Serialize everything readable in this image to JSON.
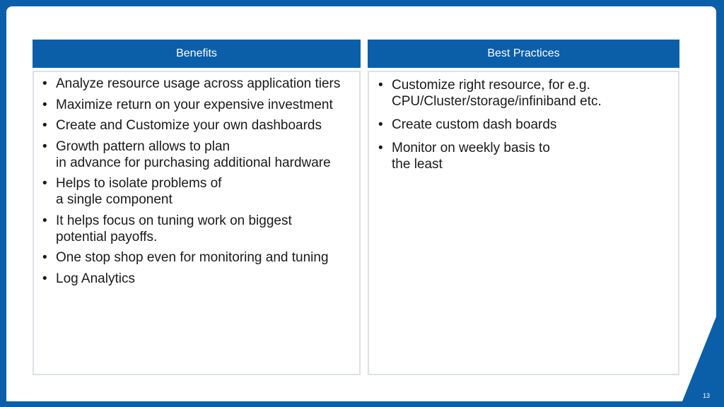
{
  "colors": {
    "accent": "#0a5fa8",
    "panel_border": "#dde1e6",
    "text": "#1a1a1a",
    "background": "#ffffff"
  },
  "benefits": {
    "title": "Benefits",
    "items": [
      [
        "Analyze resource usage across application tiers"
      ],
      [
        "Maximize return on your expensive investment"
      ],
      [
        "Create and Customize your own dashboards"
      ],
      [
        "Growth pattern allows to plan",
        "in advance for purchasing additional hardware"
      ],
      [
        "Helps to isolate problems of",
        "a single component"
      ],
      [
        "It helps focus on tuning work on biggest",
        "potential payoffs."
      ],
      [
        "One stop shop even for monitoring and tuning"
      ],
      [
        "Log Analytics"
      ]
    ]
  },
  "best_practices": {
    "title": "Best Practices",
    "items": [
      [
        "Customize right resource, for e.g.",
        "CPU/Cluster/storage/infiniband etc."
      ],
      [
        "Create custom dash boards"
      ],
      [
        "Monitor on weekly basis to",
        "the least"
      ]
    ]
  },
  "bullet_glyph": "•",
  "page_number": "13"
}
